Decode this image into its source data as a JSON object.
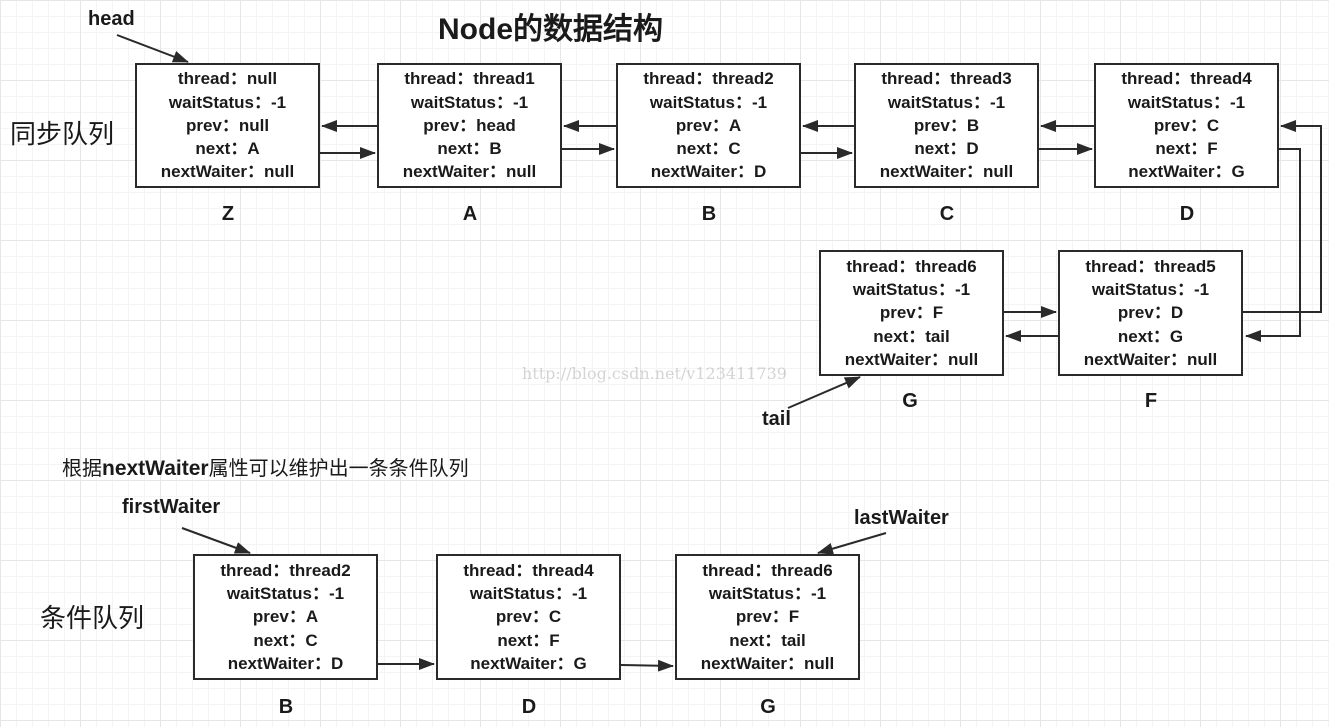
{
  "title": "Node的数据结构",
  "section_sync": "同步队列",
  "section_cond": "条件队列",
  "note": {
    "prefix": "根据",
    "bold": "nextWaiter",
    "suffix": "属性可以维护出一条条件队列"
  },
  "pointers": {
    "head": "head",
    "tail": "tail",
    "first_waiter": "firstWaiter",
    "last_waiter": "lastWaiter"
  },
  "watermark": "http://blog.csdn.net/v123411739",
  "sync_nodes": [
    {
      "label": "Z",
      "thread": "thread：null",
      "wait_status": "waitStatus：-1",
      "prev": "prev：null",
      "next": "next：A",
      "next_waiter": "nextWaiter：null"
    },
    {
      "label": "A",
      "thread": "thread：thread1",
      "wait_status": "waitStatus：-1",
      "prev": "prev：head",
      "next": "next：B",
      "next_waiter": "nextWaiter：null"
    },
    {
      "label": "B",
      "thread": "thread：thread2",
      "wait_status": "waitStatus：-1",
      "prev": "prev：A",
      "next": "next：C",
      "next_waiter": "nextWaiter：D"
    },
    {
      "label": "C",
      "thread": "thread：thread3",
      "wait_status": "waitStatus：-1",
      "prev": "prev：B",
      "next": "next：D",
      "next_waiter": "nextWaiter：null"
    },
    {
      "label": "D",
      "thread": "thread：thread4",
      "wait_status": "waitStatus：-1",
      "prev": "prev：C",
      "next": "next：F",
      "next_waiter": "nextWaiter：G"
    },
    {
      "label": "F",
      "thread": "thread：thread5",
      "wait_status": "waitStatus：-1",
      "prev": "prev：D",
      "next": "next：G",
      "next_waiter": "nextWaiter：null"
    },
    {
      "label": "G",
      "thread": "thread：thread6",
      "wait_status": "waitStatus：-1",
      "prev": "prev：F",
      "next": "next：tail",
      "next_waiter": "nextWaiter：null"
    }
  ],
  "cond_nodes": [
    {
      "label": "B",
      "thread": "thread：thread2",
      "wait_status": "waitStatus：-1",
      "prev": "prev：A",
      "next": "next：C",
      "next_waiter": "nextWaiter：D"
    },
    {
      "label": "D",
      "thread": "thread：thread4",
      "wait_status": "waitStatus：-1",
      "prev": "prev：C",
      "next": "next：F",
      "next_waiter": "nextWaiter：G"
    },
    {
      "label": "G",
      "thread": "thread：thread6",
      "wait_status": "waitStatus：-1",
      "prev": "prev：F",
      "next": "next：tail",
      "next_waiter": "nextWaiter：null"
    }
  ]
}
